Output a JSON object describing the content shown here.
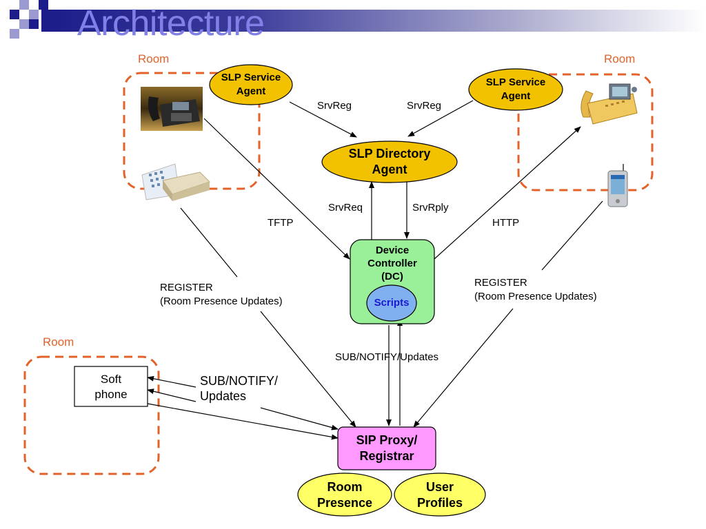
{
  "slide": {
    "title": "Architecture"
  },
  "rooms": {
    "top_left_label": "Room",
    "top_right_label": "Room",
    "bottom_left_label": "Room"
  },
  "nodes": {
    "slp_service_agent_left": {
      "line1": "SLP Service",
      "line2": "Agent"
    },
    "slp_service_agent_right": {
      "line1": "SLP Service",
      "line2": "Agent"
    },
    "slp_directory_agent": {
      "line1": "SLP Directory",
      "line2": "Agent"
    },
    "device_controller": {
      "line1": "Device",
      "line2": "Controller",
      "line3": "(DC)"
    },
    "scripts": "Scripts",
    "soft_phone": {
      "line1": "Soft",
      "line2": "phone"
    },
    "sip_proxy": {
      "line1": "SIP Proxy/",
      "line2": "Registrar"
    },
    "room_presence": {
      "line1": "Room",
      "line2": "Presence"
    },
    "user_profiles": {
      "line1": "User",
      "line2": "Profiles"
    }
  },
  "edges": {
    "srvreg_left": "SrvReg",
    "srvreg_right": "SrvReg",
    "srvreq": "SrvReq",
    "srvrply": "SrvRply",
    "tftp": "TFTP",
    "http": "HTTP",
    "register_left": {
      "line1": "REGISTER",
      "line2": "(Room Presence Updates)"
    },
    "register_right": {
      "line1": "REGISTER",
      "line2": "(Room Presence Updates)"
    },
    "sub_notify_center": "SUB/NOTIFY/Updates",
    "sub_notify_left": {
      "line1": "SUB/NOTIFY/",
      "line2": "Updates"
    }
  },
  "devices": [
    {
      "name": "ip-desk-phone"
    },
    {
      "name": "card-reader"
    },
    {
      "name": "desk-phone-yellow"
    },
    {
      "name": "pda-handheld"
    }
  ],
  "colors": {
    "title": "#8080e6",
    "room_border": "#e2622a",
    "slp_fill": "#f2c200",
    "dc_fill": "#99f099",
    "scripts_fill": "#80b0f0",
    "sip_fill": "#ff99ff",
    "presence_fill": "#ffff66"
  }
}
